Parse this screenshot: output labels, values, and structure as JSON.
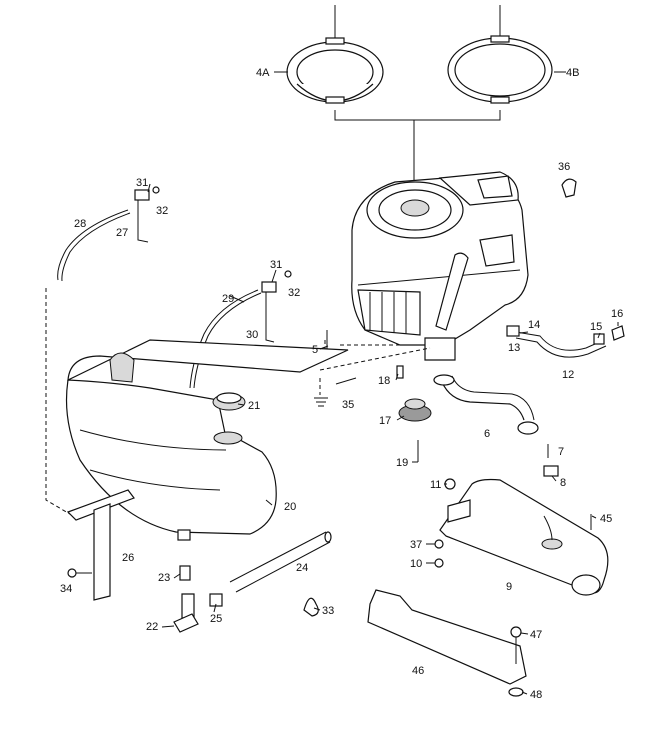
{
  "labels": {
    "l4A": "4A",
    "l4B": "4B",
    "l36": "36",
    "l31a": "31",
    "l32a": "32",
    "l28": "28",
    "l27": "27",
    "l31b": "31",
    "l32b": "32",
    "l29": "29",
    "l30": "30",
    "l5": "5",
    "l14": "14",
    "l13": "13",
    "l15": "15",
    "l16": "16",
    "l12": "12",
    "l18": "18",
    "l35": "35",
    "l21": "21",
    "l17": "17",
    "l6": "6",
    "l7": "7",
    "l19": "19",
    "l11": "11",
    "l8": "8",
    "l45": "45",
    "l20": "20",
    "l37": "37",
    "l10": "10",
    "l9": "9",
    "l26": "26",
    "l34": "34",
    "l23": "23",
    "l24": "24",
    "l22": "22",
    "l25": "25",
    "l33": "33",
    "l46": "46",
    "l47": "47",
    "l48": "48"
  }
}
